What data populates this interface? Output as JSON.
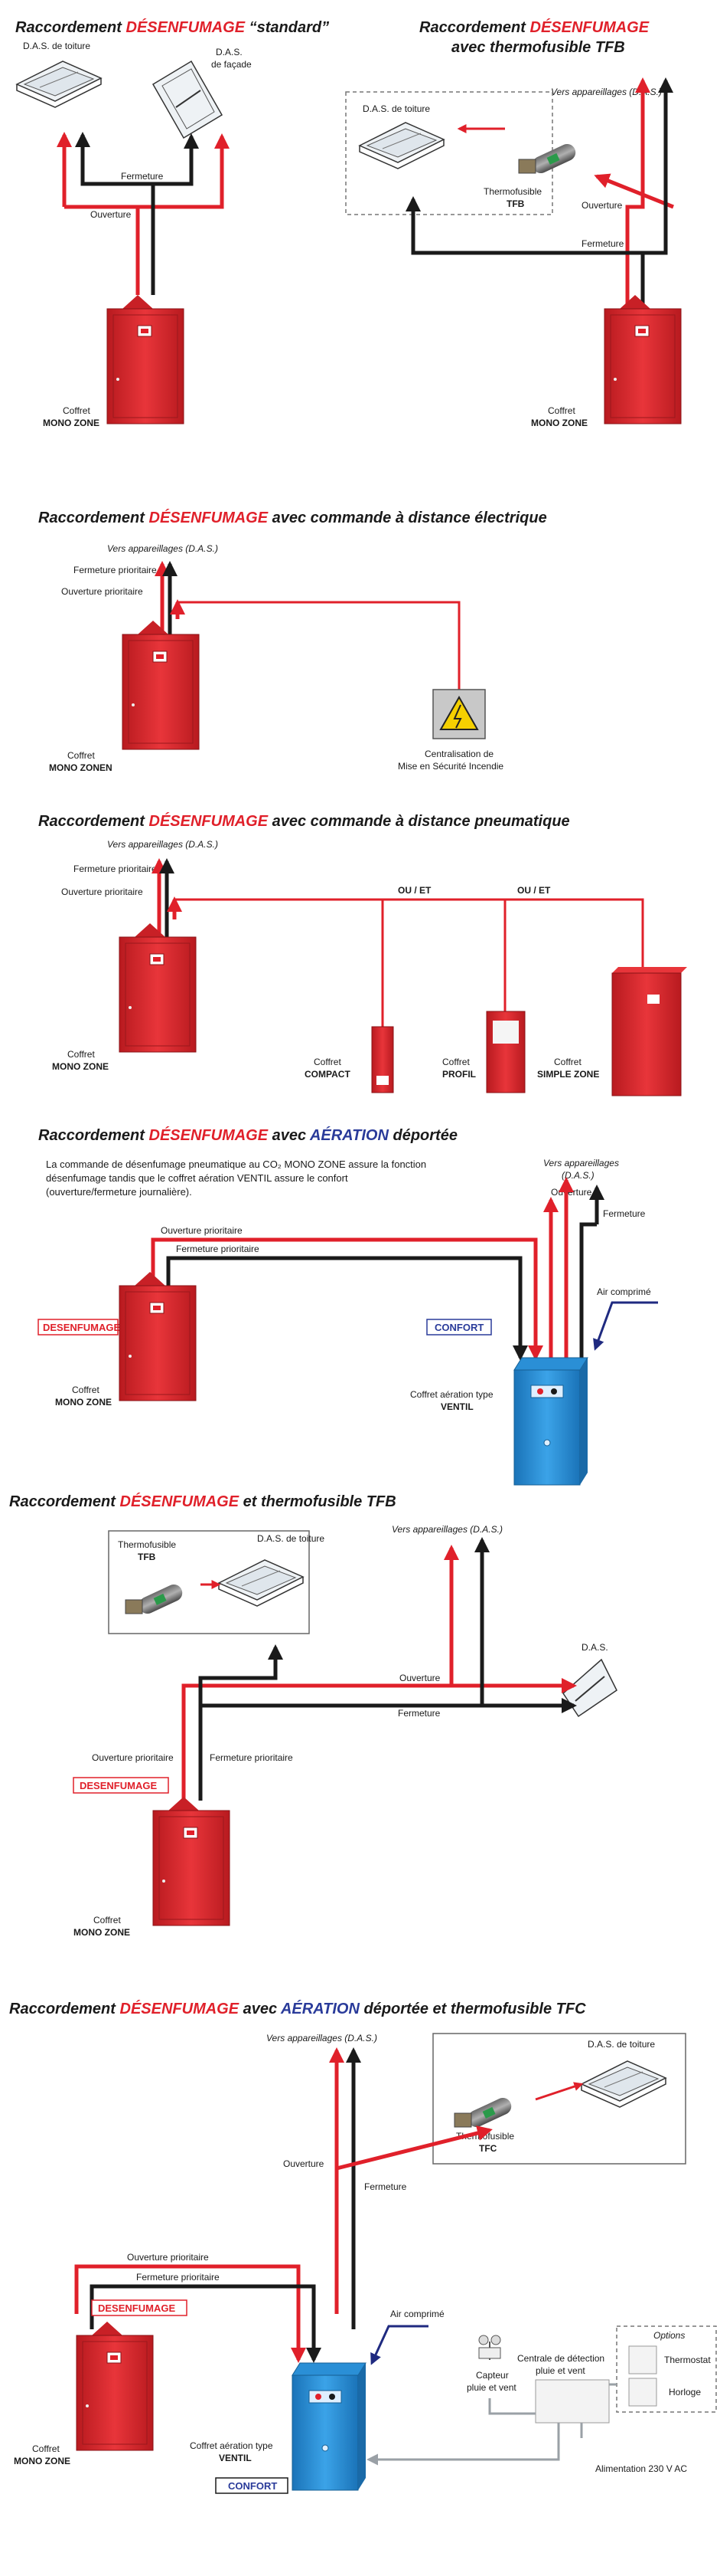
{
  "s1": {
    "title_pre": "Raccordement ",
    "title_red": "DÉSENFUMAGE",
    "title_post": " “standard”",
    "das_toiture": "D.A.S. de toiture",
    "das_facade_1": "D.A.S.",
    "das_facade_2": "de façade",
    "fermeture": "Fermeture",
    "ouverture": "Ouverture",
    "coffret_1": "Coffret",
    "coffret_2": "MONO ZONE"
  },
  "s2": {
    "title_pre": "Raccordement ",
    "title_red": "DÉSENFUMAGE",
    "title_line2": "avec thermofusible TFB",
    "vers": "Vers appareillages (D.A.S.)",
    "das_toiture": "D.A.S. de toiture",
    "thermo_1": "Thermofusible",
    "thermo_2": "TFB",
    "ouverture": "Ouverture",
    "fermeture": "Fermeture",
    "coffret_1": "Coffret",
    "coffret_2": "MONO ZONE"
  },
  "s3": {
    "title_pre": "Raccordement ",
    "title_red": "DÉSENFUMAGE",
    "title_post": " avec commande à distance électrique",
    "vers": "Vers appareillages (D.A.S.)",
    "fermeture_prio": "Fermeture prioritaire",
    "ouverture_prio": "Ouverture prioritaire",
    "coffret_1": "Coffret",
    "coffret_2": "MONO ZONEN",
    "central_1": "Centralisation de",
    "central_2": "Mise en Sécurité Incendie"
  },
  "s4": {
    "title_pre": "Raccordement ",
    "title_red": "DÉSENFUMAGE",
    "title_post": " avec commande à distance pneumatique",
    "vers": "Vers appareillages (D.A.S.)",
    "fermeture_prio": "Fermeture prioritaire",
    "ouverture_prio": "Ouverture prioritaire",
    "ou_et_1": "OU / ET",
    "ou_et_2": "OU / ET",
    "coffret_1": "Coffret",
    "coffret_2": "MONO ZONE",
    "compact_1": "Coffret",
    "compact_2": "COMPACT",
    "profil_1": "Coffret",
    "profil_2": "PROFIL",
    "simple_1": "Coffret",
    "simple_2": "SIMPLE ZONE"
  },
  "s5": {
    "title_pre": "Raccordement ",
    "title_red": "DÉSENFUMAGE",
    "title_mid": " avec ",
    "title_blue": "AÉRATION",
    "title_post": " déportée",
    "para_1": "La commande de désenfumage pneumatique au CO₂ MONO ZONE assure la fonction",
    "para_2": "désenfumage tandis que le coffret aération VENTIL assure le confort",
    "para_3": "(ouverture/fermeture journalière).",
    "vers_1": "Vers appareillages",
    "vers_2": "(D.A.S.)",
    "ouverture": "Ouverture",
    "fermeture": "Fermeture",
    "ouverture_prio": "Ouverture prioritaire",
    "fermeture_prio": "Fermeture prioritaire",
    "air": "Air comprimé",
    "desenfumage_tag": "DESENFUMAGE",
    "confort_tag": "CONFORT",
    "coffret_1": "Coffret",
    "coffret_2": "MONO ZONE",
    "ventil_1": "Coffret aération type",
    "ventil_2": "VENTIL"
  },
  "s6": {
    "title_pre": "Raccordement ",
    "title_red": "DÉSENFUMAGE",
    "title_post": " et thermofusible TFB",
    "thermo_1": "Thermofusible",
    "thermo_2": "TFB",
    "das_toiture": "D.A.S. de toiture",
    "vers": "Vers appareillages (D.A.S.)",
    "das": "D.A.S.",
    "ouverture": "Ouverture",
    "fermeture": "Fermeture",
    "ouverture_prio": "Ouverture prioritaire",
    "fermeture_prio": "Fermeture prioritaire",
    "desenfumage_tag": "DESENFUMAGE",
    "coffret_1": "Coffret",
    "coffret_2": "MONO ZONE"
  },
  "s7": {
    "title_pre": "Raccordement ",
    "title_red": "DÉSENFUMAGE",
    "title_mid": " avec ",
    "title_blue": "AÉRATION",
    "title_post": " déportée et thermofusible TFC",
    "vers": "Vers appareillages (D.A.S.)",
    "das_toiture": "D.A.S. de toiture",
    "thermo_1": "Thermofusible",
    "thermo_2": "TFC",
    "ouverture": "Ouverture",
    "fermeture": "Fermeture",
    "ouverture_prio": "Ouverture prioritaire",
    "fermeture_prio": "Fermeture prioritaire",
    "desenfumage_tag": "DESENFUMAGE",
    "air": "Air comprimé",
    "options": "Options",
    "thermostat": "Thermostat",
    "horloge": "Horloge",
    "centrale_1": "Centrale de détection",
    "centrale_2": "pluie et vent",
    "capteur_1": "Capteur",
    "capteur_2": "pluie et vent",
    "alim": "Alimentation 230 V AC",
    "coffret_1": "Coffret",
    "coffret_2": "MONO ZONE",
    "ventil_1": "Coffret aération type",
    "ventil_2": "VENTIL",
    "confort_tag": "CONFORT"
  },
  "colors": {
    "red": "#e0202a",
    "black": "#1a1a1a",
    "blue_box": "#2a8fd6",
    "navy": "#1f2a80"
  }
}
